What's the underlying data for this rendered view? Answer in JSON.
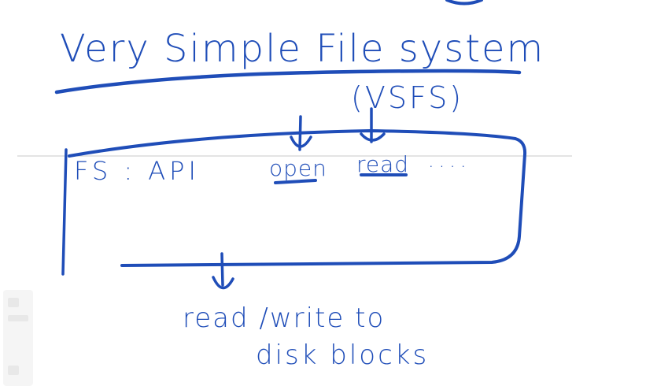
{
  "diagram": {
    "title": "Very Simple File system",
    "abbreviation": "(VSFS)",
    "box_label": "FS : API",
    "api_calls": [
      "open",
      "read"
    ],
    "ellipsis": "....",
    "bottom_note_line1": "read /write to",
    "bottom_note_line2": "disk blocks",
    "ink_color": "#1f4db8"
  }
}
